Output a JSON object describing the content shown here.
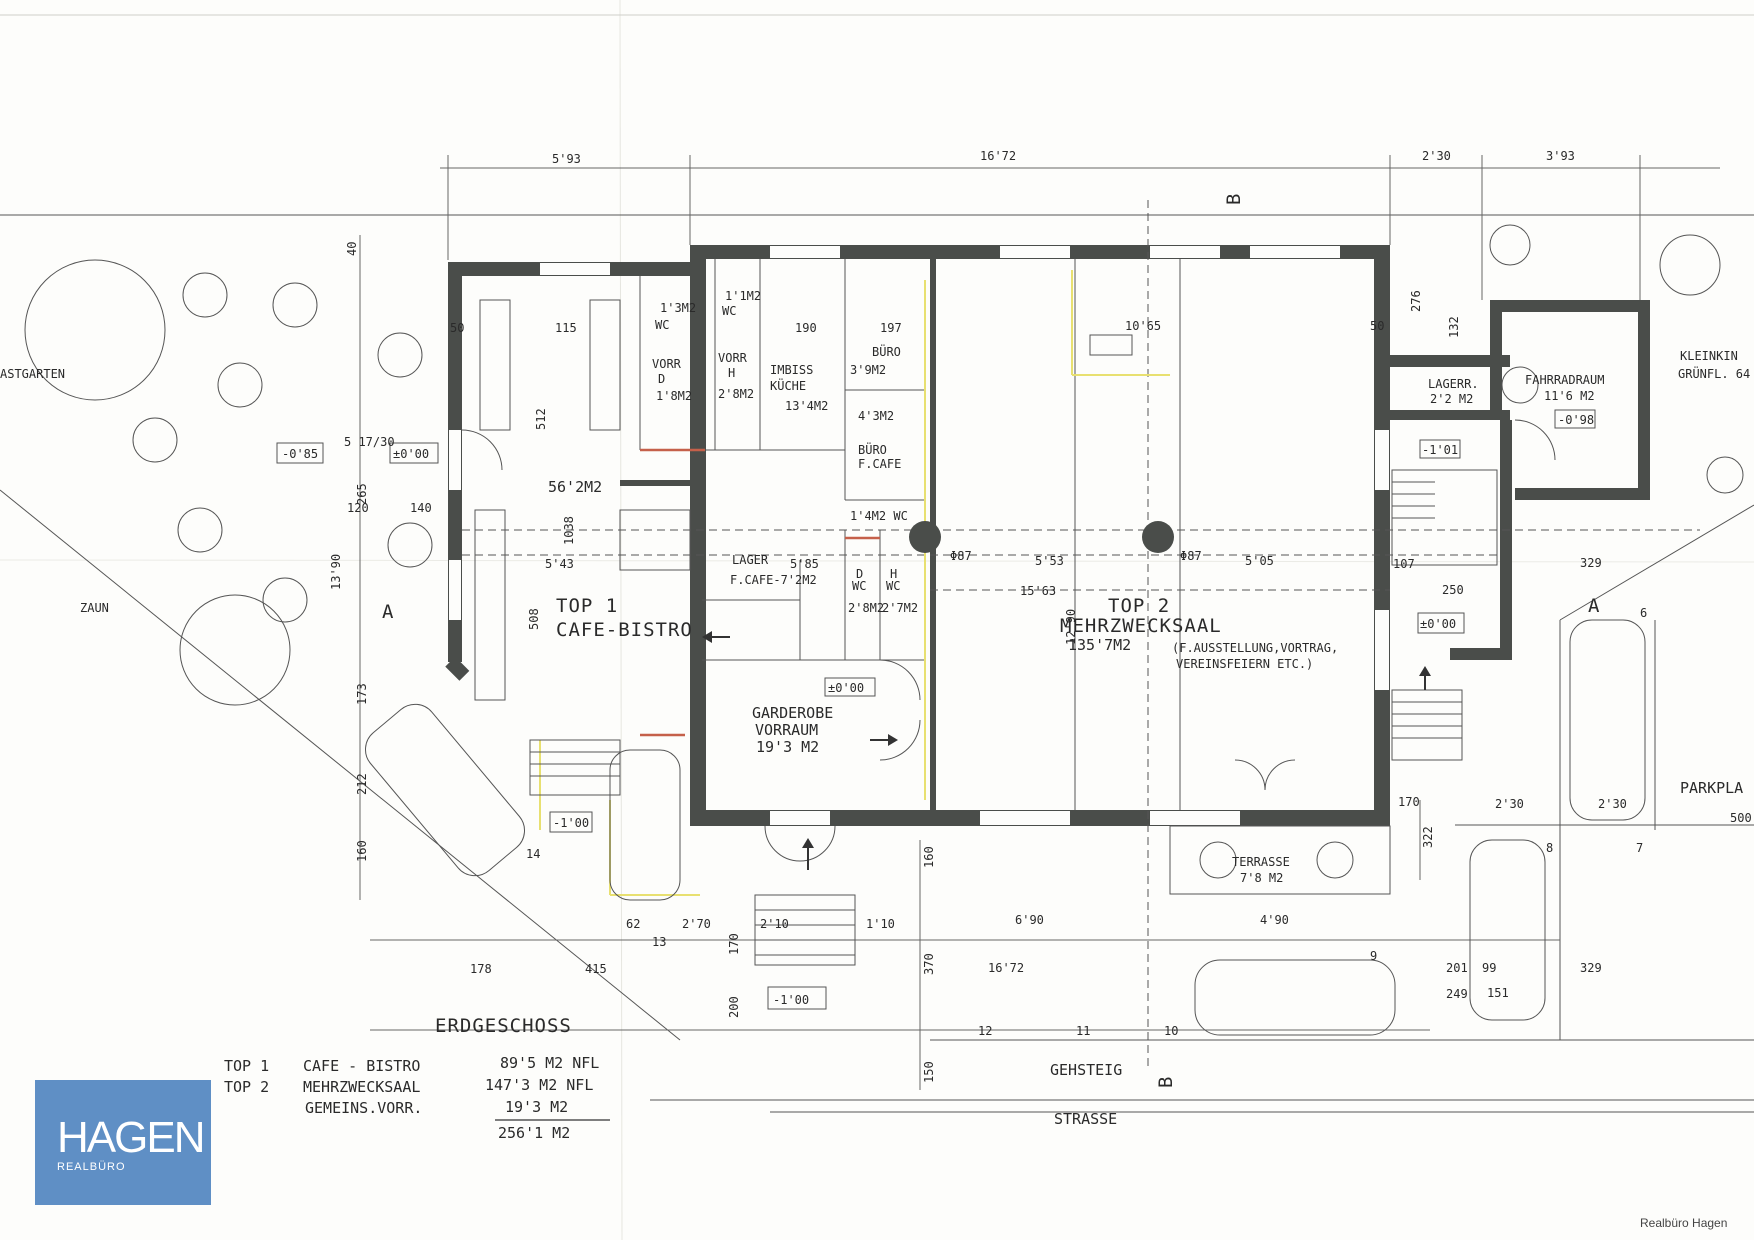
{
  "floor_title": "ERDGESCHOSS",
  "rooms": {
    "top1_label": "TOP 1",
    "top1_name": "CAFE-BISTRO",
    "top1_area": "56'2M2",
    "wc1": "1'3M2",
    "wc1b": "WC",
    "vorr_d": "VORR",
    "vorr_d2": "D",
    "vorr_d_area": "1'8M2",
    "wc2": "1'1M2",
    "wc2b": "WC",
    "vorr_h": "VORR",
    "vorr_h2": "H",
    "vorr_h_area": "2'8M2",
    "imbiss": "IMBISS",
    "kueche": "KÜCHE",
    "imbiss_area": "13'4M2",
    "buero": "BÜRO",
    "buero_area": "3'9M2",
    "buero_cafe_area": "4'3M2",
    "buero_cafe": "BÜRO",
    "buero_cafe2": "F.CAFE",
    "wc_small": "1'4M2 WC",
    "lager": "LAGER",
    "lager_cafe": "F.CAFE-7'2M2",
    "wc_d": "WC",
    "wc_d2": "D",
    "wc_h": "WC",
    "wc_h2": "H",
    "wc_d_area": "2'8M2",
    "wc_h_area": "2'7M2",
    "garderobe": "GARDEROBE",
    "vorraum": "VORRAUM",
    "garderobe_area": "19'3 M2",
    "top2_label": "TOP 2",
    "top2_name": "MEHRZWECKSAAL",
    "top2_area": "135'7M2",
    "top2_note1": "(F.AUSSTELLUNG,VORTRAG,",
    "top2_note2": "VEREINSFEIERN ETC.)",
    "lagerr": "LAGERR.",
    "lagerr_area": "2'2 M2",
    "fahrradraum": "FAHRRADRAUM",
    "fahrradraum_area": "11'6 M2",
    "terrasse": "TERRASSE",
    "terrasse_area": "7'8 M2",
    "gastgarten": "ASTGARTEN",
    "kleinkind1": "KLEINKIN",
    "kleinkind2": "GRÜNFL. 64",
    "parkplatz": "PARKPLA",
    "zaun": "ZAUN",
    "gehsteig": "GEHSTEIG",
    "strasse": "STRASSE",
    "section_b": "B",
    "section_a": "A",
    "phi": "Φ87"
  },
  "levels": {
    "l1": "-0'85",
    "l2": "±0'00",
    "l3": "-1'00",
    "l4": "±0'00",
    "l5": "-1'01",
    "l6": "-0'98",
    "l7": "±0'00",
    "l8": "-1'00",
    "stairs": "5 17/30"
  },
  "dims": {
    "t1": "5'93",
    "t2": "16'72",
    "t3": "2'30",
    "t4": "3'93",
    "d_1065": "10'65",
    "d_553": "5'53",
    "d_505": "5'05",
    "d_1563": "15'63",
    "d_1290": "12'90",
    "d_1390": "13'90",
    "d_543": "5'43",
    "d_585": "5'85",
    "d_512": "512",
    "d_508": "508",
    "d_1038": "1038",
    "d_690": "6'90",
    "d_490": "4'90",
    "b_178": "178",
    "b_415": "415",
    "b_1672": "16'72",
    "d_270": "2'70",
    "d_210": "2'10",
    "d_110": "1'10",
    "d_62": "62",
    "d_160": "160",
    "d_212": "212",
    "d_173": "173",
    "d_170": "170",
    "d_200": "200",
    "d_370": "370",
    "d_150": "150",
    "d_322": "322",
    "d_276": "276",
    "d_132": "132",
    "d_230a": "2'30",
    "d_230b": "2'30",
    "d_329": "329",
    "d_201": "201",
    "d_249": "249",
    "d_329b": "329",
    "d_500": "500",
    "d_250": "250",
    "d_107": "107",
    "n12": "12",
    "n11": "11",
    "n10": "10",
    "n9": "9",
    "n8": "8",
    "n7": "7",
    "n6": "6",
    "n14": "14",
    "n13": "13",
    "n40": "40",
    "n50": "50",
    "n115": "115",
    "n190": "190",
    "n197": "197",
    "n10b": "10",
    "n140": "140",
    "n120": "120",
    "n265": "265",
    "n151": "151",
    "n99": "99",
    "n170": "170"
  },
  "summary": [
    {
      "top": "TOP 1",
      "name": "CAFE - BISTRO",
      "area": "89'5 M2 NFL"
    },
    {
      "top": "TOP 2",
      "name": "MEHRZWECKSAAL",
      "area": "147'3 M2 NFL"
    },
    {
      "top": "",
      "name": "GEMEINS.VORR.",
      "area": "19'3 M2"
    }
  ],
  "summary_total": "256'1 M2",
  "logo": {
    "main": "HAGEN",
    "sub": "REALBÜRO"
  },
  "credit": "Realbüro Hagen"
}
